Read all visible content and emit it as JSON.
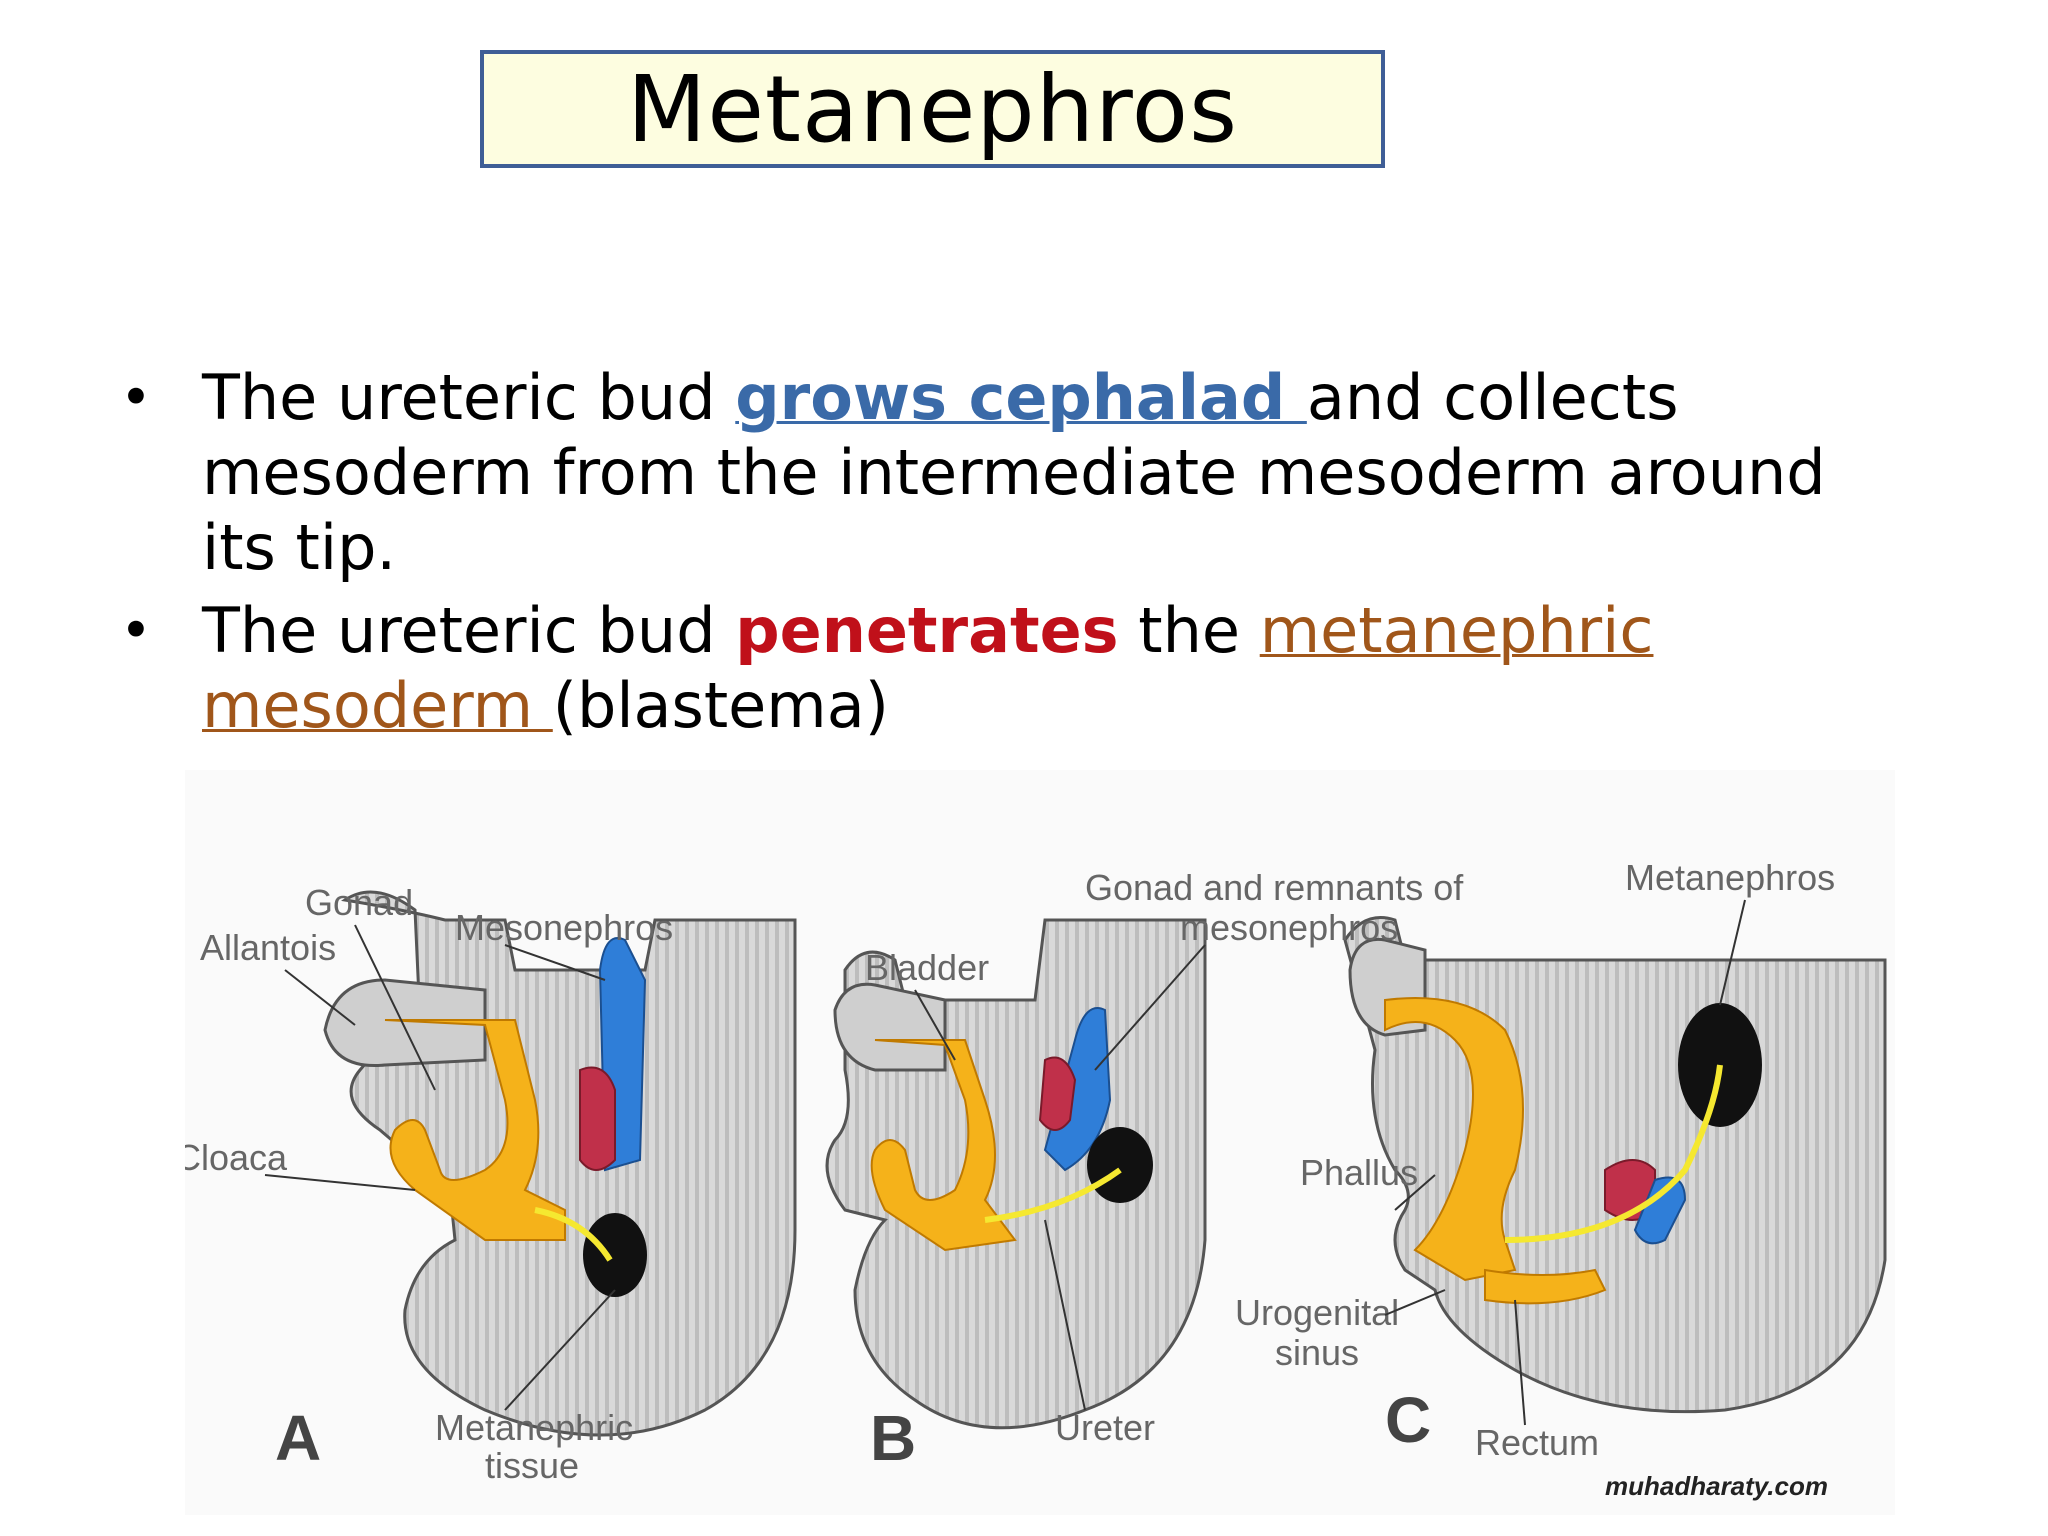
{
  "slide": {
    "title": "Metanephros",
    "bullets": [
      {
        "pre": "The ureteric bud ",
        "highlight": "grows cephalad ",
        "post": "and collects mesoderm from the intermediate mesoderm around its tip."
      },
      {
        "pre": "The ureteric bud ",
        "highlight1": "penetrates",
        "mid": " the ",
        "highlight2": "metanephric mesoderm ",
        "post": "(blastema)"
      }
    ]
  },
  "figure": {
    "panels": [
      {
        "letter": "A",
        "labels": {
          "gonad": "Gonad",
          "allantois": "Allantois",
          "mesonephros": "Mesonephros",
          "cloaca": "Cloaca",
          "metanephric_tissue_line1": "Metanephric",
          "metanephric_tissue_line2": "tissue"
        }
      },
      {
        "letter": "B",
        "labels": {
          "bladder": "Bladder",
          "ureter": "Ureter"
        }
      },
      {
        "letter": "C",
        "labels": {
          "gonad_remnants_line1": "Gonad and remnants of",
          "gonad_remnants_line2": "mesonephros",
          "metanephros": "Metanephros",
          "phallus": "Phallus",
          "urogenital_sinus_line1": "Urogenital",
          "urogenital_sinus_line2": "sinus",
          "rectum": "Rectum"
        }
      }
    ],
    "watermark": "muhadharaty.com",
    "colors": {
      "mesonephros": "#2f7ed8",
      "gonad": "#c0304a",
      "cloaca": "#f5b21a",
      "metanephric": "#111111",
      "ureter": "#f5e830",
      "body": "#d6d6d6"
    }
  }
}
